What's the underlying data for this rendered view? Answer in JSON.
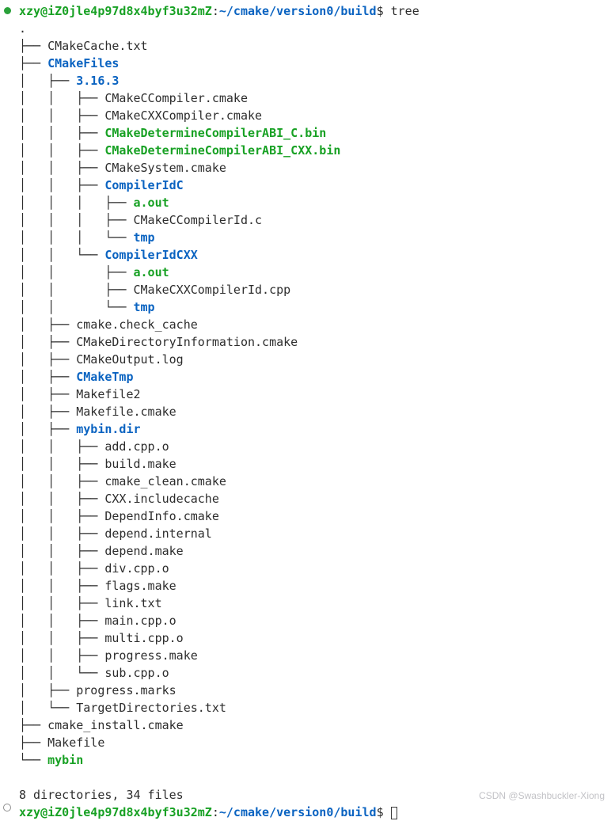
{
  "colors": {
    "background": "#ffffff",
    "fg": "#2d2d2d",
    "dir": "#0a63c1",
    "exec": "#18a124",
    "prompt-user": "#18a124",
    "prompt-path": "#0a63c1",
    "decoration-success": "#2aa13a",
    "decoration-pending": "#8f8f8f",
    "watermark": "#c2c2c6"
  },
  "prompt": {
    "user_host": "xzy@iZ0jle4p97d8x4byf3u32mZ",
    "separator": ":",
    "path": "~/cmake/version0/build",
    "symbol": "$",
    "command": " tree"
  },
  "tree": {
    "root": ".",
    "entries": [
      {
        "prefix": "├── ",
        "name": "CMakeCache.txt",
        "type": "file"
      },
      {
        "prefix": "├── ",
        "name": "CMakeFiles",
        "type": "dir"
      },
      {
        "prefix": "│   ├── ",
        "name": "3.16.3",
        "type": "dir"
      },
      {
        "prefix": "│   │   ├── ",
        "name": "CMakeCCompiler.cmake",
        "type": "file"
      },
      {
        "prefix": "│   │   ├── ",
        "name": "CMakeCXXCompiler.cmake",
        "type": "file"
      },
      {
        "prefix": "│   │   ├── ",
        "name": "CMakeDetermineCompilerABI_C.bin",
        "type": "exec"
      },
      {
        "prefix": "│   │   ├── ",
        "name": "CMakeDetermineCompilerABI_CXX.bin",
        "type": "exec"
      },
      {
        "prefix": "│   │   ├── ",
        "name": "CMakeSystem.cmake",
        "type": "file"
      },
      {
        "prefix": "│   │   ├── ",
        "name": "CompilerIdC",
        "type": "dir"
      },
      {
        "prefix": "│   │   │   ├── ",
        "name": "a.out",
        "type": "exec"
      },
      {
        "prefix": "│   │   │   ├── ",
        "name": "CMakeCCompilerId.c",
        "type": "file"
      },
      {
        "prefix": "│   │   │   └── ",
        "name": "tmp",
        "type": "dir"
      },
      {
        "prefix": "│   │   └── ",
        "name": "CompilerIdCXX",
        "type": "dir"
      },
      {
        "prefix": "│   │       ├── ",
        "name": "a.out",
        "type": "exec"
      },
      {
        "prefix": "│   │       ├── ",
        "name": "CMakeCXXCompilerId.cpp",
        "type": "file"
      },
      {
        "prefix": "│   │       └── ",
        "name": "tmp",
        "type": "dir"
      },
      {
        "prefix": "│   ├── ",
        "name": "cmake.check_cache",
        "type": "file"
      },
      {
        "prefix": "│   ├── ",
        "name": "CMakeDirectoryInformation.cmake",
        "type": "file"
      },
      {
        "prefix": "│   ├── ",
        "name": "CMakeOutput.log",
        "type": "file"
      },
      {
        "prefix": "│   ├── ",
        "name": "CMakeTmp",
        "type": "dir"
      },
      {
        "prefix": "│   ├── ",
        "name": "Makefile2",
        "type": "file"
      },
      {
        "prefix": "│   ├── ",
        "name": "Makefile.cmake",
        "type": "file"
      },
      {
        "prefix": "│   ├── ",
        "name": "mybin.dir",
        "type": "dir"
      },
      {
        "prefix": "│   │   ├── ",
        "name": "add.cpp.o",
        "type": "file"
      },
      {
        "prefix": "│   │   ├── ",
        "name": "build.make",
        "type": "file"
      },
      {
        "prefix": "│   │   ├── ",
        "name": "cmake_clean.cmake",
        "type": "file"
      },
      {
        "prefix": "│   │   ├── ",
        "name": "CXX.includecache",
        "type": "file"
      },
      {
        "prefix": "│   │   ├── ",
        "name": "DependInfo.cmake",
        "type": "file"
      },
      {
        "prefix": "│   │   ├── ",
        "name": "depend.internal",
        "type": "file"
      },
      {
        "prefix": "│   │   ├── ",
        "name": "depend.make",
        "type": "file"
      },
      {
        "prefix": "│   │   ├── ",
        "name": "div.cpp.o",
        "type": "file"
      },
      {
        "prefix": "│   │   ├── ",
        "name": "flags.make",
        "type": "file"
      },
      {
        "prefix": "│   │   ├── ",
        "name": "link.txt",
        "type": "file"
      },
      {
        "prefix": "│   │   ├── ",
        "name": "main.cpp.o",
        "type": "file"
      },
      {
        "prefix": "│   │   ├── ",
        "name": "multi.cpp.o",
        "type": "file"
      },
      {
        "prefix": "│   │   ├── ",
        "name": "progress.make",
        "type": "file"
      },
      {
        "prefix": "│   │   └── ",
        "name": "sub.cpp.o",
        "type": "file"
      },
      {
        "prefix": "│   ├── ",
        "name": "progress.marks",
        "type": "file"
      },
      {
        "prefix": "│   └── ",
        "name": "TargetDirectories.txt",
        "type": "file"
      },
      {
        "prefix": "├── ",
        "name": "cmake_install.cmake",
        "type": "file"
      },
      {
        "prefix": "├── ",
        "name": "Makefile",
        "type": "file"
      },
      {
        "prefix": "└── ",
        "name": "mybin",
        "type": "exec"
      }
    ],
    "summary": "8 directories, 34 files"
  },
  "watermark": "CSDN @Swashbuckler-Xiong"
}
